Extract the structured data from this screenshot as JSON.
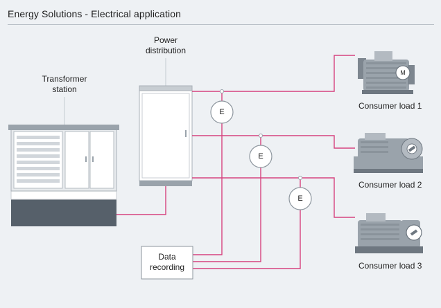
{
  "title": "Energy Solutions - Electrical application",
  "labels": {
    "transformer": "Transformer\nstation",
    "power_distribution": "Power\ndistribution",
    "consumer_1": "Consumer load 1",
    "consumer_2": "Consumer load 2",
    "consumer_3": "Consumer load 3",
    "data_recording": "Data\nrecording",
    "meter_symbol": "E",
    "motor_symbol": "M"
  },
  "colors": {
    "line": "#d6437e",
    "equipment": "#9aa3ab",
    "equipment_dark": "#56606a",
    "background": "#eef1f4"
  }
}
